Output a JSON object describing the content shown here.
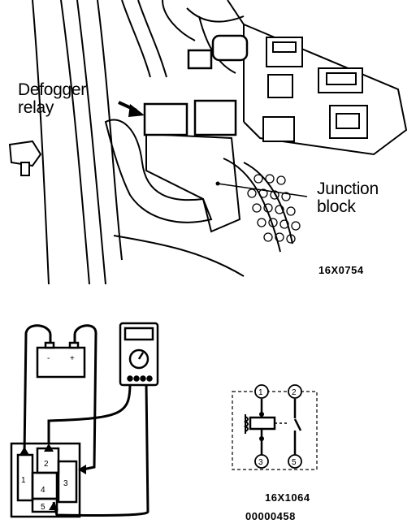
{
  "top_figure": {
    "callouts": {
      "defogger_relay": [
        "Defogger",
        "relay"
      ],
      "junction_block": [
        "Junction",
        "block"
      ]
    },
    "figure_code": "16X0754"
  },
  "bottom_figure": {
    "battery": {
      "minus": "-",
      "plus": "+"
    },
    "relay_terminals": [
      "1",
      "2",
      "3",
      "4",
      "5"
    ],
    "schematic_terminals": [
      "1",
      "2",
      "3",
      "5"
    ],
    "figure_code": "16X1064",
    "document_code": "00000458"
  }
}
